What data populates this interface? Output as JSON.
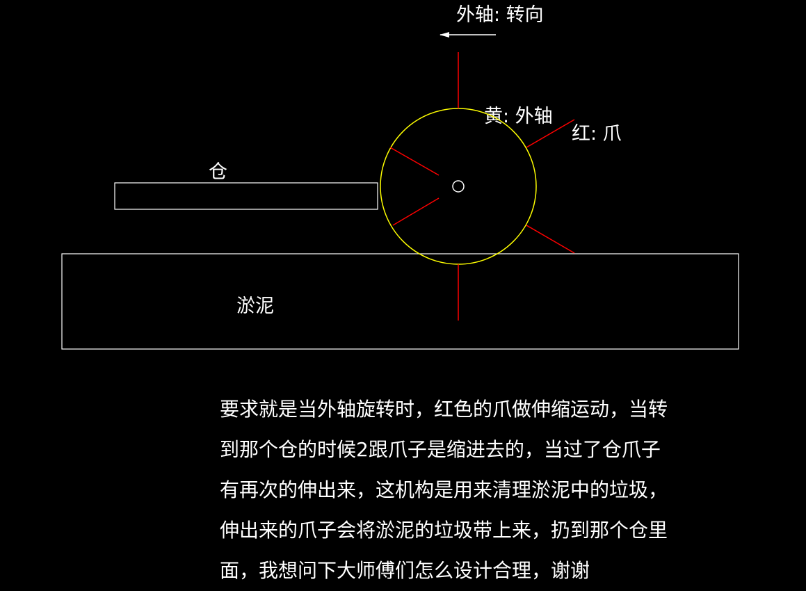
{
  "diagram": {
    "labels": {
      "outer_shaft_direction": "外轴: 转向",
      "yellow_legend": "黄: 外轴",
      "red_legend": "红: 爪",
      "bin": "仓",
      "sludge": "淤泥"
    },
    "colors": {
      "background": "#000000",
      "outline": "#ffffff",
      "outer_shaft": "#ffff00",
      "claw": "#ff0000"
    },
    "claw_count": 6
  },
  "description": {
    "lines": [
      "要求就是当外轴旋转时，红色的爪做伸缩运动，当转",
      "到那个仓的时候2跟爪子是缩进去的，当过了仓爪子",
      "有再次的伸出来，这机构是用来清理淤泥中的垃圾，",
      "伸出来的爪子会将淤泥的垃圾带上来，扔到那个仓里",
      "面，我想问下大师傅们怎么设计合理，谢谢"
    ]
  }
}
